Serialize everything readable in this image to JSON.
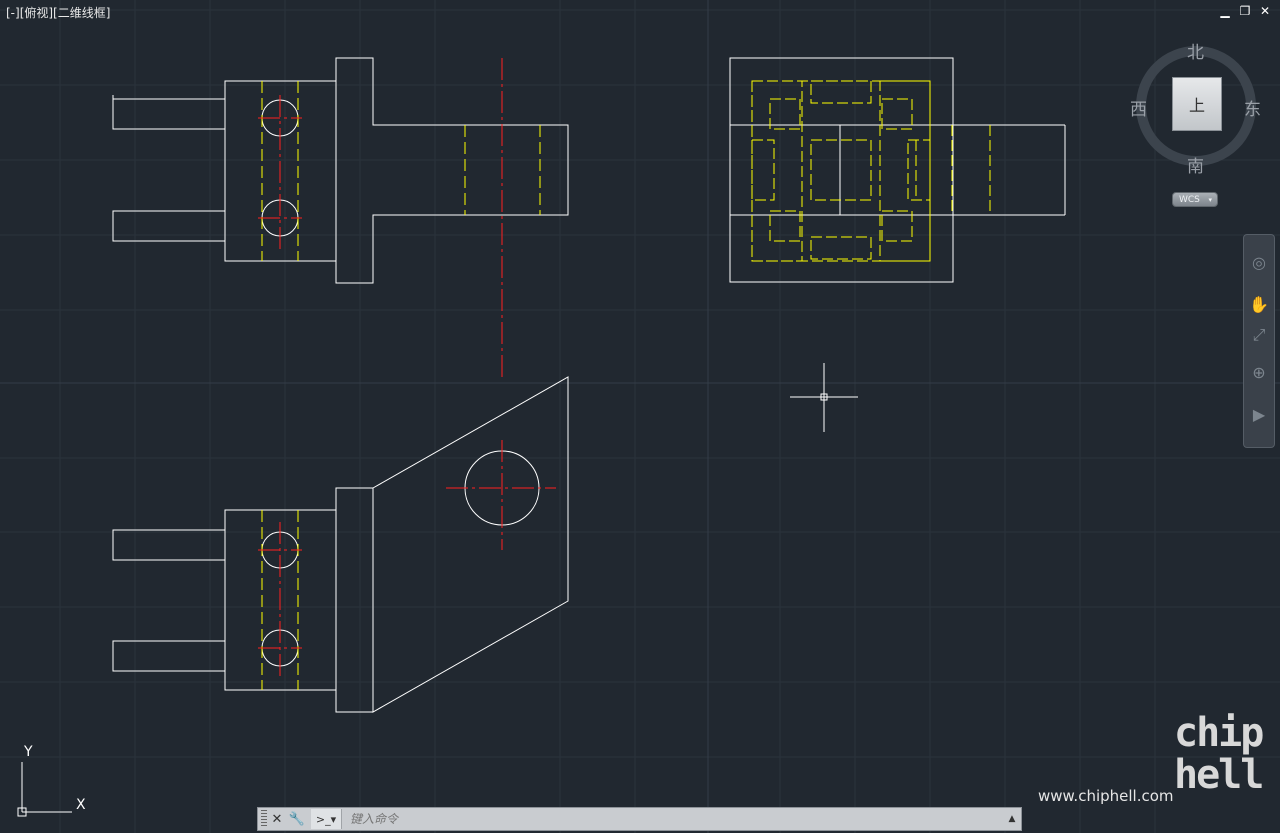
{
  "viewport": {
    "label": "[-][俯视][二维线框]",
    "window_controls": [
      "▁",
      "❐",
      "✕"
    ]
  },
  "viewcube": {
    "north": "北",
    "south": "南",
    "east": "东",
    "west": "西",
    "face": "上",
    "coord_system": "WCS"
  },
  "navbar": {
    "icons": [
      "steering-wheel-icon",
      "pan-icon",
      "zoom-icon",
      "orbit-icon",
      "showmotion-icon"
    ]
  },
  "ucs": {
    "x_label": "X",
    "y_label": "Y"
  },
  "command_line": {
    "close_glyph": "✕",
    "settings_glyph": "🔧",
    "prompt_glyph": ">_",
    "placeholder": "键入命令"
  },
  "watermark": {
    "url": "www.chiphell.com",
    "logo": "chip hell"
  },
  "colors": {
    "background": "#212830",
    "geometry": "#ffffff",
    "hidden_lines": "#ffff00",
    "center_lines": "#ff0000"
  }
}
